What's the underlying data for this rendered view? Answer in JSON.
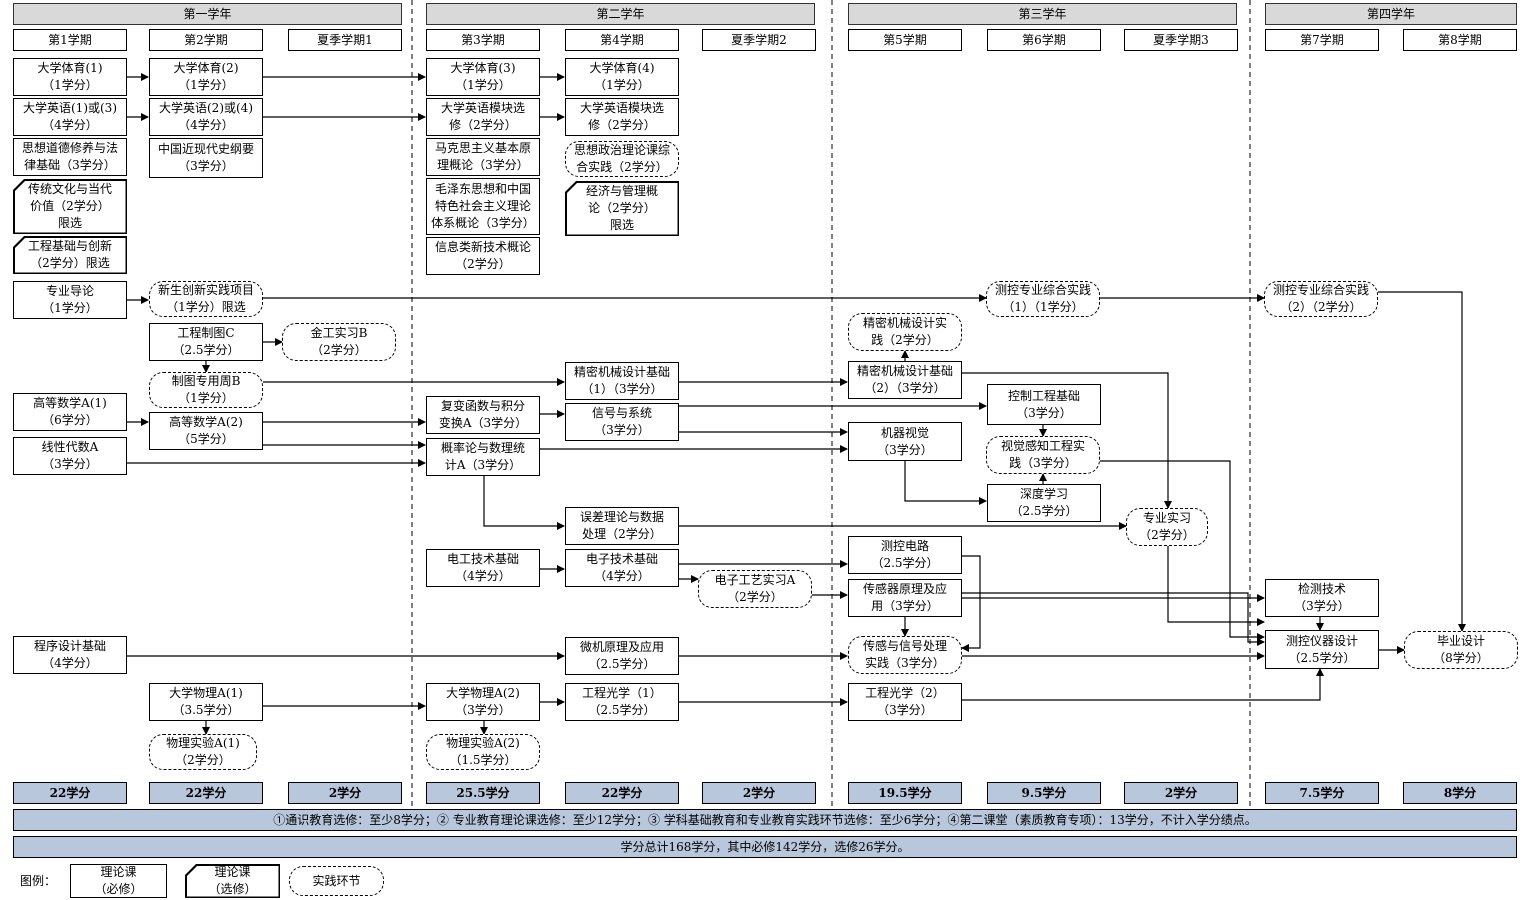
{
  "years": [
    "第一学年",
    "第二学年",
    "第三学年",
    "第四学年"
  ],
  "semesters": [
    "第1学期",
    "第2学期",
    "夏季学期1",
    "第3学期",
    "第4学期",
    "夏季学期2",
    "第5学期",
    "第6学期",
    "夏季学期3",
    "第7学期",
    "第8学期"
  ],
  "courses": {
    "pe1": "大学体育(1)\n（1学分）",
    "pe2": "大学体育(2)\n（1学分）",
    "pe3": "大学体育(3)\n（1学分）",
    "pe4": "大学体育(4)\n（1学分）",
    "en1": "大学英语(1)或(3)\n（4学分）",
    "en2": "大学英语(2)或(4)\n（4学分）",
    "en3": "大学英语模块选\n修（2学分）",
    "en4": "大学英语模块选\n修（2学分）",
    "moral": "思想道德修养与法\n律基础（3学分）",
    "culture": "传统文化与当代\n价值（2学分）\n限选",
    "eng_innov": "工程基础与创新\n（2学分）限选",
    "history": "中国近现代史纲要\n（3学分）",
    "marx": "马克思主义基本原\n理概论（3学分）",
    "mao": "毛泽东思想和中国\n特色社会主义理论\n体系概论（3学分）",
    "infotech": "信息类新技术概论\n（2学分）",
    "politics_prac": "思想政治理论课综\n合实践（2学分）",
    "econ": "经济与管理概\n论（2学分）\n限选",
    "intro": "专业导论\n（1学分）",
    "fresh_innov": "新生创新实践项目\n（1学分）限选",
    "mc_prac1": "测控专业综合实践\n（1）（1学分）",
    "mc_prac2": "测控专业综合实践\n（2）（2学分）",
    "drawing": "工程制图C\n（2.5学分）",
    "metal": "金工实习B\n（2学分）",
    "draw_week": "制图专用周B\n（1学分）",
    "prec_design_prac": "精密机械设计实\n践（2学分）",
    "prec1": "精密机械设计基础\n（1）（3学分）",
    "prec2": "精密机械设计基础\n（2）（3学分）",
    "math1": "高等数学A(1)\n（6学分）",
    "math2": "高等数学A(2)\n（5学分）",
    "linalg": "线性代数A\n（3学分）",
    "complex": "复变函数与积分\n变换A（3学分）",
    "signals": "信号与系统\n（3学分）",
    "prob": "概率论与数理统\n计A（3学分）",
    "control": "控制工程基础\n（3学分）",
    "vision": "机器视觉\n（3学分）",
    "vis_prac": "视觉感知工程实\n践（3学分）",
    "deep": "深度学习\n（2.5学分）",
    "error": "误差理论与数据\n处理（2学分）",
    "intern": "专业实习\n（2学分）",
    "electrical": "电工技术基础\n（4学分）",
    "electronic": "电子技术基础\n（4学分）",
    "etech_intern": "电子工艺实习A\n（2学分）",
    "mc_circuit": "测控电路\n（2.5学分）",
    "sensor": "传感器原理及应\n用（3学分）",
    "sensor_prac": "传感与信号处理\n实践（3学分）",
    "detection": "检测技术\n（3学分）",
    "instrument": "测控仪器设计\n（2.5学分）",
    "thesis": "毕业设计\n（8学分）",
    "programming": "程序设计基础\n（4学分）",
    "micro": "微机原理及应用\n（2.5学分）",
    "phys1": "大学物理A(1)\n（3.5学分）",
    "phys2": "大学物理A(2)\n（3学分）",
    "phys_lab1": "物理实验A(1)\n（2学分）",
    "phys_lab2": "物理实验A(2)\n（1.5学分）",
    "optics1": "工程光学（1）\n（2.5学分）",
    "optics2": "工程光学（2）\n（3学分）"
  },
  "credits": [
    "22学分",
    "22学分",
    "2学分",
    "25.5学分",
    "22学分",
    "2学分",
    "19.5学分",
    "9.5学分",
    "2学分",
    "7.5学分",
    "8学分"
  ],
  "notes": {
    "electives": "①通识教育选修：至少8学分；② 专业教育理论课选修：至少12学分；③ 学科基础教育和专业教育实践环节选修：至少6学分；④第二课堂（素质教育专项）：13学分，不计入学分绩点。",
    "total": "学分总计168学分，其中必修142学分，选修26学分。"
  },
  "legend": {
    "title": "图例：",
    "required": "理论课\n（必修）",
    "elective": "理论课\n（选修）",
    "practice": "实践环节"
  }
}
